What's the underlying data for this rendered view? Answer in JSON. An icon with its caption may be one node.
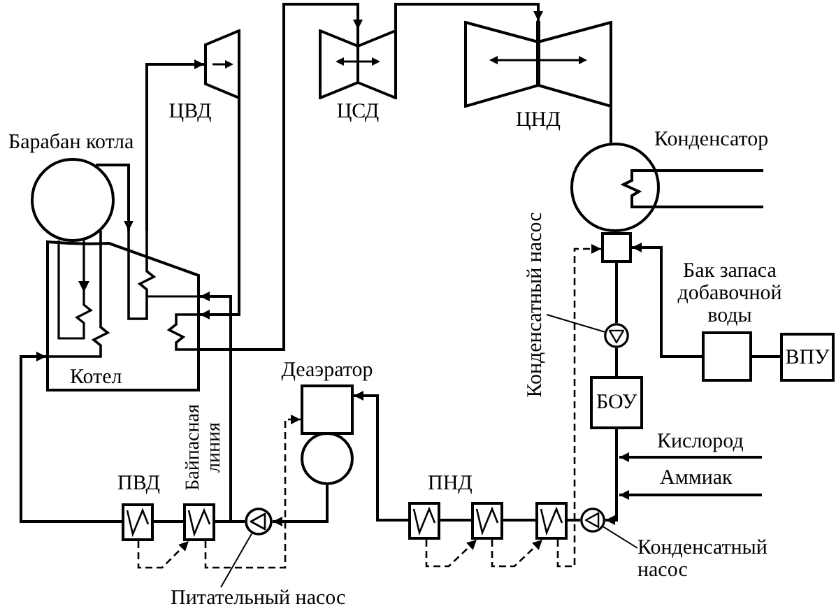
{
  "diagram": {
    "nodes": [
      {
        "text": [
          "ЦВД"
        ]
      },
      {
        "text": [
          "ЦСД"
        ]
      },
      {
        "text": [
          "ЦНД"
        ]
      },
      {
        "text": [
          "Барабан котла"
        ]
      },
      {
        "text": [
          "Конденсатор"
        ]
      },
      {
        "text": [],
        "shape": "box"
      },
      {
        "text": [
          "Бак запаса добавочной воды"
        ]
      },
      {
        "text": [
          "ВПУ"
        ]
      },
      {
        "text": [],
        "shape": "circle"
      },
      {
        "text": [
          "Конденсатный насос"
        ]
      },
      {
        "text": [
          "Котел"
        ]
      },
      {
        "text": [
          "БОУ"
        ]
      },
      {
        "text": [
          "Деаэратор"
        ]
      },
      {
        "text": [],
        "shape": "box"
      },
      {
        "text": [],
        "shape": "box"
      },
      {
        "text": [],
        "shape": "circle"
      },
      {
        "text": [],
        "shape": "box"
      },
      {
        "text": [],
        "shape": "box"
      },
      {
        "text": [],
        "shape": "box"
      },
      {
        "text": [],
        "shape": "circle"
      },
      {
        "text": [
          "Конденсатный насос"
        ]
      },
      {
        "text": [
          "Питательный насос"
        ]
      }
    ],
    "edges": [
      {
        "from": 10,
        "to": 0,
        "arrow": "to"
      },
      {
        "from": 0,
        "to": 10,
        "arrow": "to"
      },
      {
        "from": 10,
        "to": 1,
        "arrow": "to"
      },
      {
        "from": 1,
        "to": 2,
        "arrow": "to"
      },
      {
        "from": 2,
        "to": 4,
        "arrow": "none"
      },
      {
        "from": 6,
        "to": 5,
        "arrow": "to"
      },
      {
        "from": 7,
        "to": 6,
        "arrow": "none"
      },
      {
        "from": 5,
        "to": 8,
        "arrow": "none"
      },
      {
        "from": 8,
        "to": 11,
        "arrow": "none"
      },
      {
        "from": 11,
        "to": 19,
        "arrow": "to"
      },
      {
        "from": 19,
        "to": 18,
        "arrow": "none"
      },
      {
        "from": 18,
        "to": 17,
        "arrow": "none"
      },
      {
        "from": 17,
        "to": 16,
        "arrow": "none"
      },
      {
        "from": 16,
        "to": 12,
        "arrow": "to"
      },
      {
        "from": 12,
        "to": 15,
        "arrow": "to"
      },
      {
        "from": 15,
        "to": 14,
        "arrow": "none"
      },
      {
        "from": 14,
        "to": 13,
        "arrow": "none"
      },
      {
        "from": 13,
        "to": 10,
        "arrow": "to"
      },
      {
        "from": 15,
        "to": 10,
        "arrow": "to",
        "label": "Байпасная линия"
      },
      {
        "from": 3,
        "to": 10,
        "arrow": "to"
      },
      {
        "from": 13,
        "to": 14,
        "arrow": "to",
        "style": "dashed"
      },
      {
        "from": 14,
        "to": 12,
        "arrow": "to",
        "style": "dashed"
      },
      {
        "from": 16,
        "to": 17,
        "arrow": "to",
        "style": "dashed"
      },
      {
        "from": 17,
        "to": 18,
        "arrow": "to",
        "style": "dashed"
      },
      {
        "from": 18,
        "to": 5,
        "arrow": "to",
        "style": "dashed"
      },
      {
        "from": 21,
        "to": 15,
        "arrow": "none"
      },
      {
        "from": 9,
        "to": 8,
        "arrow": "none"
      },
      {
        "from": 20,
        "to": 19,
        "arrow": "none"
      }
    ],
    "labels": [
      "ПВД",
      "ПНД",
      "Кислород",
      "Аммиак"
    ]
  }
}
